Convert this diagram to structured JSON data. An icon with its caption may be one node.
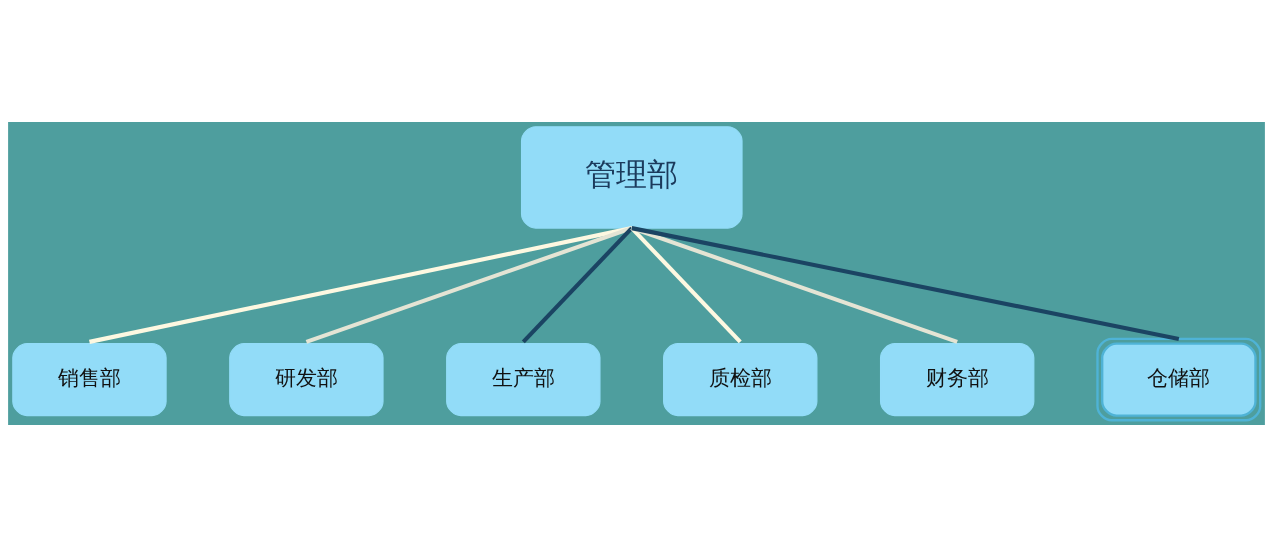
{
  "diagram": {
    "nodes": [
      {
        "text": [
          "管理部"
        ]
      },
      {
        "text": [
          "销售部"
        ]
      },
      {
        "text": [
          "研发部"
        ]
      },
      {
        "text": [
          "生产部"
        ]
      },
      {
        "text": [
          "质检部"
        ]
      },
      {
        "text": [
          "财务部"
        ]
      },
      {
        "text": [
          "仓储部"
        ]
      }
    ],
    "edges": [
      {
        "from": 0,
        "to": 1,
        "arrow": "none",
        "color": "#fdf8e1"
      },
      {
        "from": 0,
        "to": 2,
        "arrow": "none",
        "color": "#e4e4d4"
      },
      {
        "from": 0,
        "to": 3,
        "arrow": "none",
        "color": "#1b4463"
      },
      {
        "from": 0,
        "to": 4,
        "arrow": "none",
        "color": "#fdf8e1"
      },
      {
        "from": 0,
        "to": 5,
        "arrow": "none",
        "color": "#e4e4d4"
      },
      {
        "from": 0,
        "to": 6,
        "arrow": "none",
        "color": "#1b4463"
      }
    ]
  }
}
